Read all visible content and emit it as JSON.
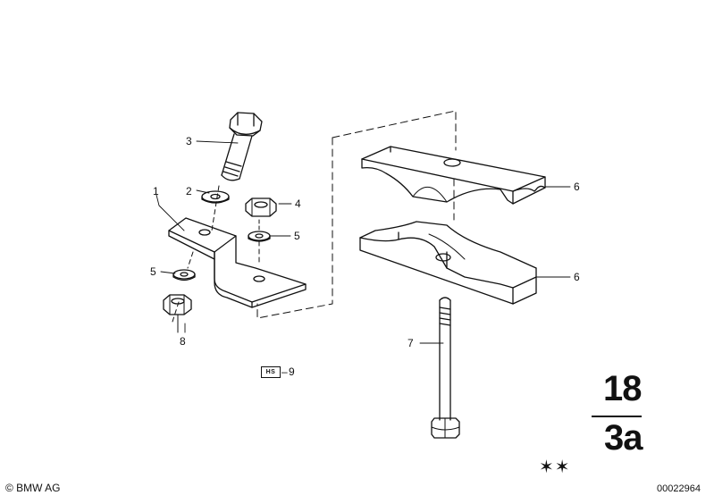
{
  "callouts": {
    "c1": "1",
    "c2": "2",
    "c3": "3",
    "c4": "4",
    "c5a": "5",
    "c5b": "5",
    "c6a": "6",
    "c6b": "6",
    "c7": "7",
    "c8": "8",
    "c9": "9"
  },
  "hs_symbol": "HS",
  "hs_dash": "–",
  "group": {
    "main": "18",
    "sub": "3a"
  },
  "stars": "✶✶",
  "footer": {
    "copyright": "© BMW AG",
    "doc_number": "00022964"
  }
}
